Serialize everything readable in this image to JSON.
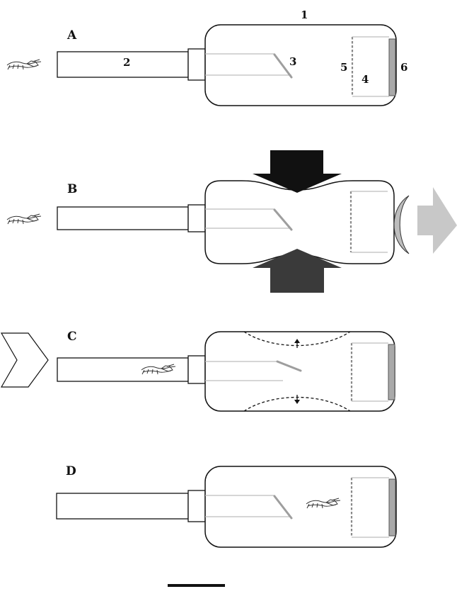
{
  "panels": [
    {
      "id": "A",
      "label": "A"
    },
    {
      "id": "B",
      "label": "B"
    },
    {
      "id": "C",
      "label": "C"
    },
    {
      "id": "D",
      "label": "D"
    }
  ],
  "part_numbers": {
    "n1": "1",
    "n2": "2",
    "n3": "3",
    "n4": "4",
    "n5": "5",
    "n6": "6"
  },
  "colors": {
    "outline": "#111111",
    "inner_guide": "#bdbdbd",
    "flap": "#9e9e9e",
    "end_cap": "#a9a9a9",
    "arrow_press_top": "#111111",
    "arrow_press_bottom": "#3a3a3a",
    "arrow_out": "#c8c8c8"
  },
  "icons": [
    "shrimp-icon",
    "press-arrow-icon",
    "release-arrow-icon",
    "flow-in-arrow-icon",
    "scale-bar"
  ]
}
